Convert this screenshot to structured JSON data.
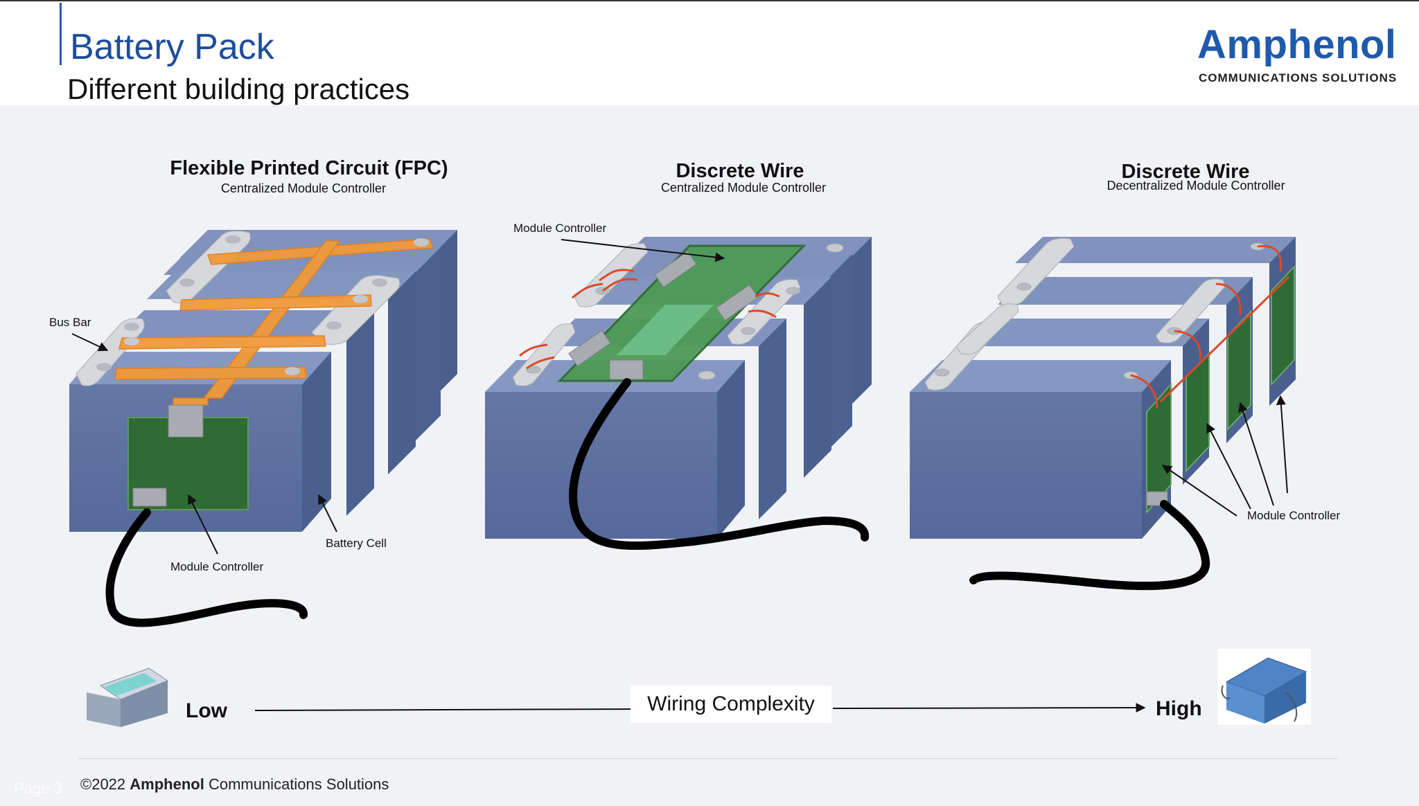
{
  "header": {
    "title": "Battery Pack",
    "subtitle": "Different building practices",
    "logo_name": "Amphenol",
    "logo_sub": "COMMUNICATIONS SOLUTIONS"
  },
  "panels": [
    {
      "title": "Flexible Printed Circuit (FPC)",
      "subtitle": "Centralized Module Controller",
      "callouts": {
        "bus_bar": "Bus Bar",
        "module_controller": "Module Controller",
        "battery_cell": "Battery Cell"
      }
    },
    {
      "title": "Discrete Wire",
      "subtitle": "Centralized Module Controller",
      "callouts": {
        "module_controller": "Module Controller"
      }
    },
    {
      "title": "Discrete Wire",
      "subtitle": "Decentralized Module Controller",
      "callouts": {
        "module_controller": "Module Controller"
      }
    }
  ],
  "scale": {
    "low": "Low",
    "center": "Wiring Complexity",
    "high": "High"
  },
  "footer": {
    "page": "Page 3",
    "copyright_prefix": "©2022 ",
    "brand": "Amphenol",
    "copyright_suffix": " Communications Solutions"
  },
  "colors": {
    "title_blue": "#1e4d9c",
    "logo_blue": "#1e5aad",
    "cell_front": "#5b72a3",
    "cell_top": "#7f92bc",
    "cell_side": "#4a5f8e",
    "fpc_orange": "#f09a3a",
    "pcb_green": "#2f6b34",
    "wire_red": "#d94a2a"
  }
}
